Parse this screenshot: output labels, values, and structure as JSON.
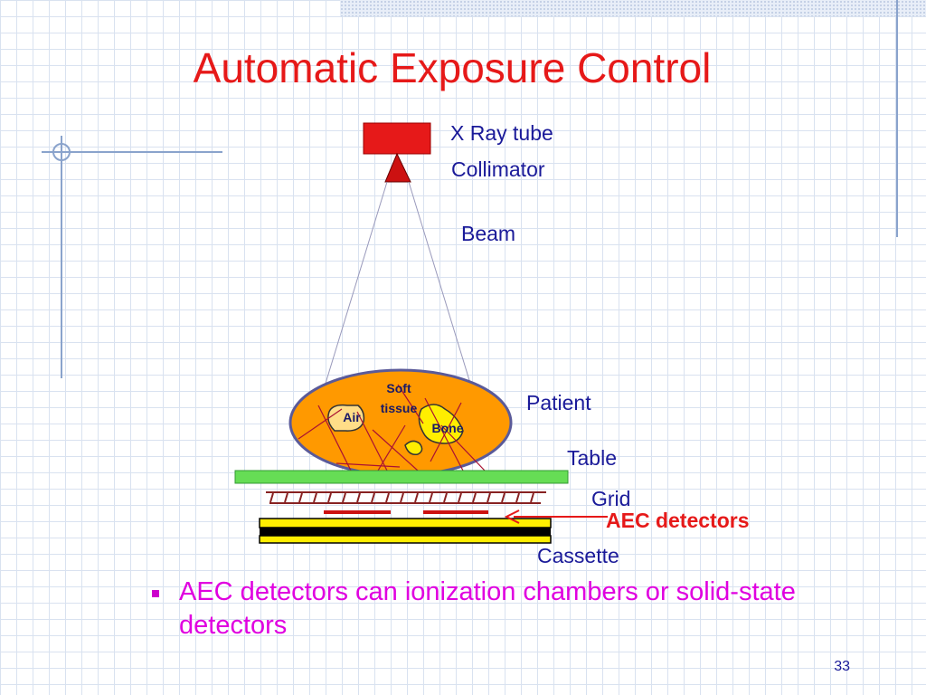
{
  "title": "Automatic Exposure Control",
  "labels": {
    "xray_tube": "X Ray tube",
    "collimator": "Collimator",
    "beam": "Beam",
    "patient": "Patient",
    "table": "Table",
    "grid": "Grid",
    "aec_detectors": "AEC detectors",
    "cassette": "Cassette",
    "soft_line1": "Soft",
    "soft_line2": "tissue",
    "air": "Air",
    "bone": "Bone"
  },
  "bullet": "AEC detectors can ionization chambers or solid-state detectors",
  "page_number": "33",
  "colors": {
    "title": "#e61919",
    "label": "#1a1a99",
    "bullet": "#e000e0",
    "patient_fill": "#ff9900",
    "table": "#66dd55",
    "cassette": "#ffee00",
    "tube": "#e61919"
  }
}
